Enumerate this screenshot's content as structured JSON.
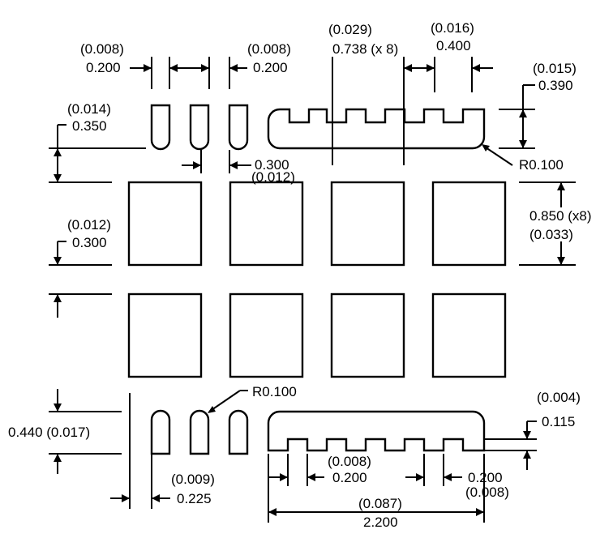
{
  "labels": {
    "pad_gap_top_in": "(0.008)",
    "pad_gap_top_mm": "0.200",
    "pad_pitch_top_in": "(0.008)",
    "pad_pitch_top_mm": "0.200",
    "pitch_x8_in": "(0.029)",
    "pitch_x8_mm": "0.738 (x 8)",
    "notch_w_in": "(0.016)",
    "notch_w_mm": "0.400",
    "notch_h_in": "(0.015)",
    "notch_h_mm": "0.390",
    "pad_h_in": "(0.014)",
    "pad_h_mm": "0.350",
    "pad_w_mm": "0.300",
    "pad_w_in": "(0.012)",
    "radius_top": "R0.100",
    "row_gap_in": "(0.012)",
    "row_gap_mm": "0.300",
    "large_pad_h_mm": "0.850 (x8)",
    "large_pad_h_in": "(0.033)",
    "radius_bottom": "R0.100",
    "bottom_pad_h": "0.440 (0.017)",
    "bottom_notch_in": "(0.004)",
    "bottom_notch_mm": "0.115",
    "bottom_tooth_in": "(0.008)",
    "bottom_tooth_mm": "0.200",
    "bottom_tooth2_mm": "0.200",
    "bottom_tooth2_in": "(0.008)",
    "edge_offset_in": "(0.009)",
    "edge_offset_mm": "0.225",
    "bar_len_in": "(0.087)",
    "bar_len_mm": "2.200"
  }
}
